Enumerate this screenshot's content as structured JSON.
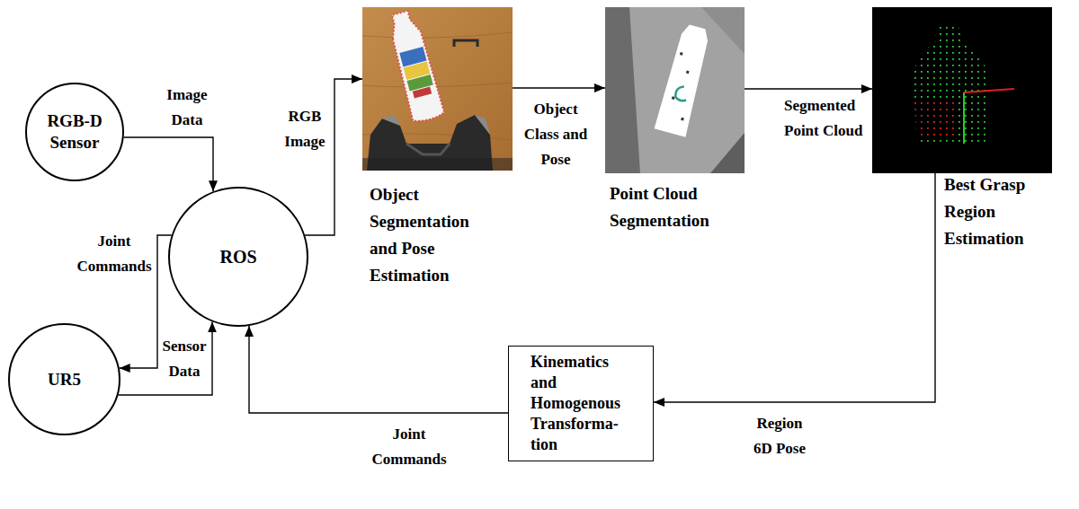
{
  "diagram": {
    "nodes": [
      {
        "text": [
          "RGB-D Sensor"
        ]
      },
      {
        "text": [
          "ROS"
        ]
      },
      {
        "text": [
          "UR5"
        ]
      },
      {
        "text": [
          "Object Segmentation and Pose Estimation"
        ]
      },
      {
        "text": [
          "Point Cloud Segmentation"
        ]
      },
      {
        "text": [
          "Best Grasp Region Estimation"
        ]
      },
      {
        "text": [
          "Kinematics and Homogenous Transforma- tion"
        ]
      }
    ],
    "edges": [
      {
        "from": 0,
        "to": 1,
        "label": "Image Data",
        "arrow": "to"
      },
      {
        "from": 1,
        "to": 2,
        "label": "Joint Commands",
        "arrow": "to"
      },
      {
        "from": 2,
        "to": 1,
        "label": "Sensor Data",
        "arrow": "to"
      },
      {
        "from": 1,
        "to": 3,
        "label": "RGB Image",
        "arrow": "to"
      },
      {
        "from": 3,
        "to": 4,
        "label": "Object Class and Pose",
        "arrow": "to"
      },
      {
        "from": 4,
        "to": 5,
        "label": "Segmented Point Cloud",
        "arrow": "to"
      },
      {
        "from": 5,
        "to": 6,
        "label": "Region 6D Pose",
        "arrow": "to"
      },
      {
        "from": 6,
        "to": 1,
        "label": "Joint Commands",
        "arrow": "to"
      }
    ]
  }
}
